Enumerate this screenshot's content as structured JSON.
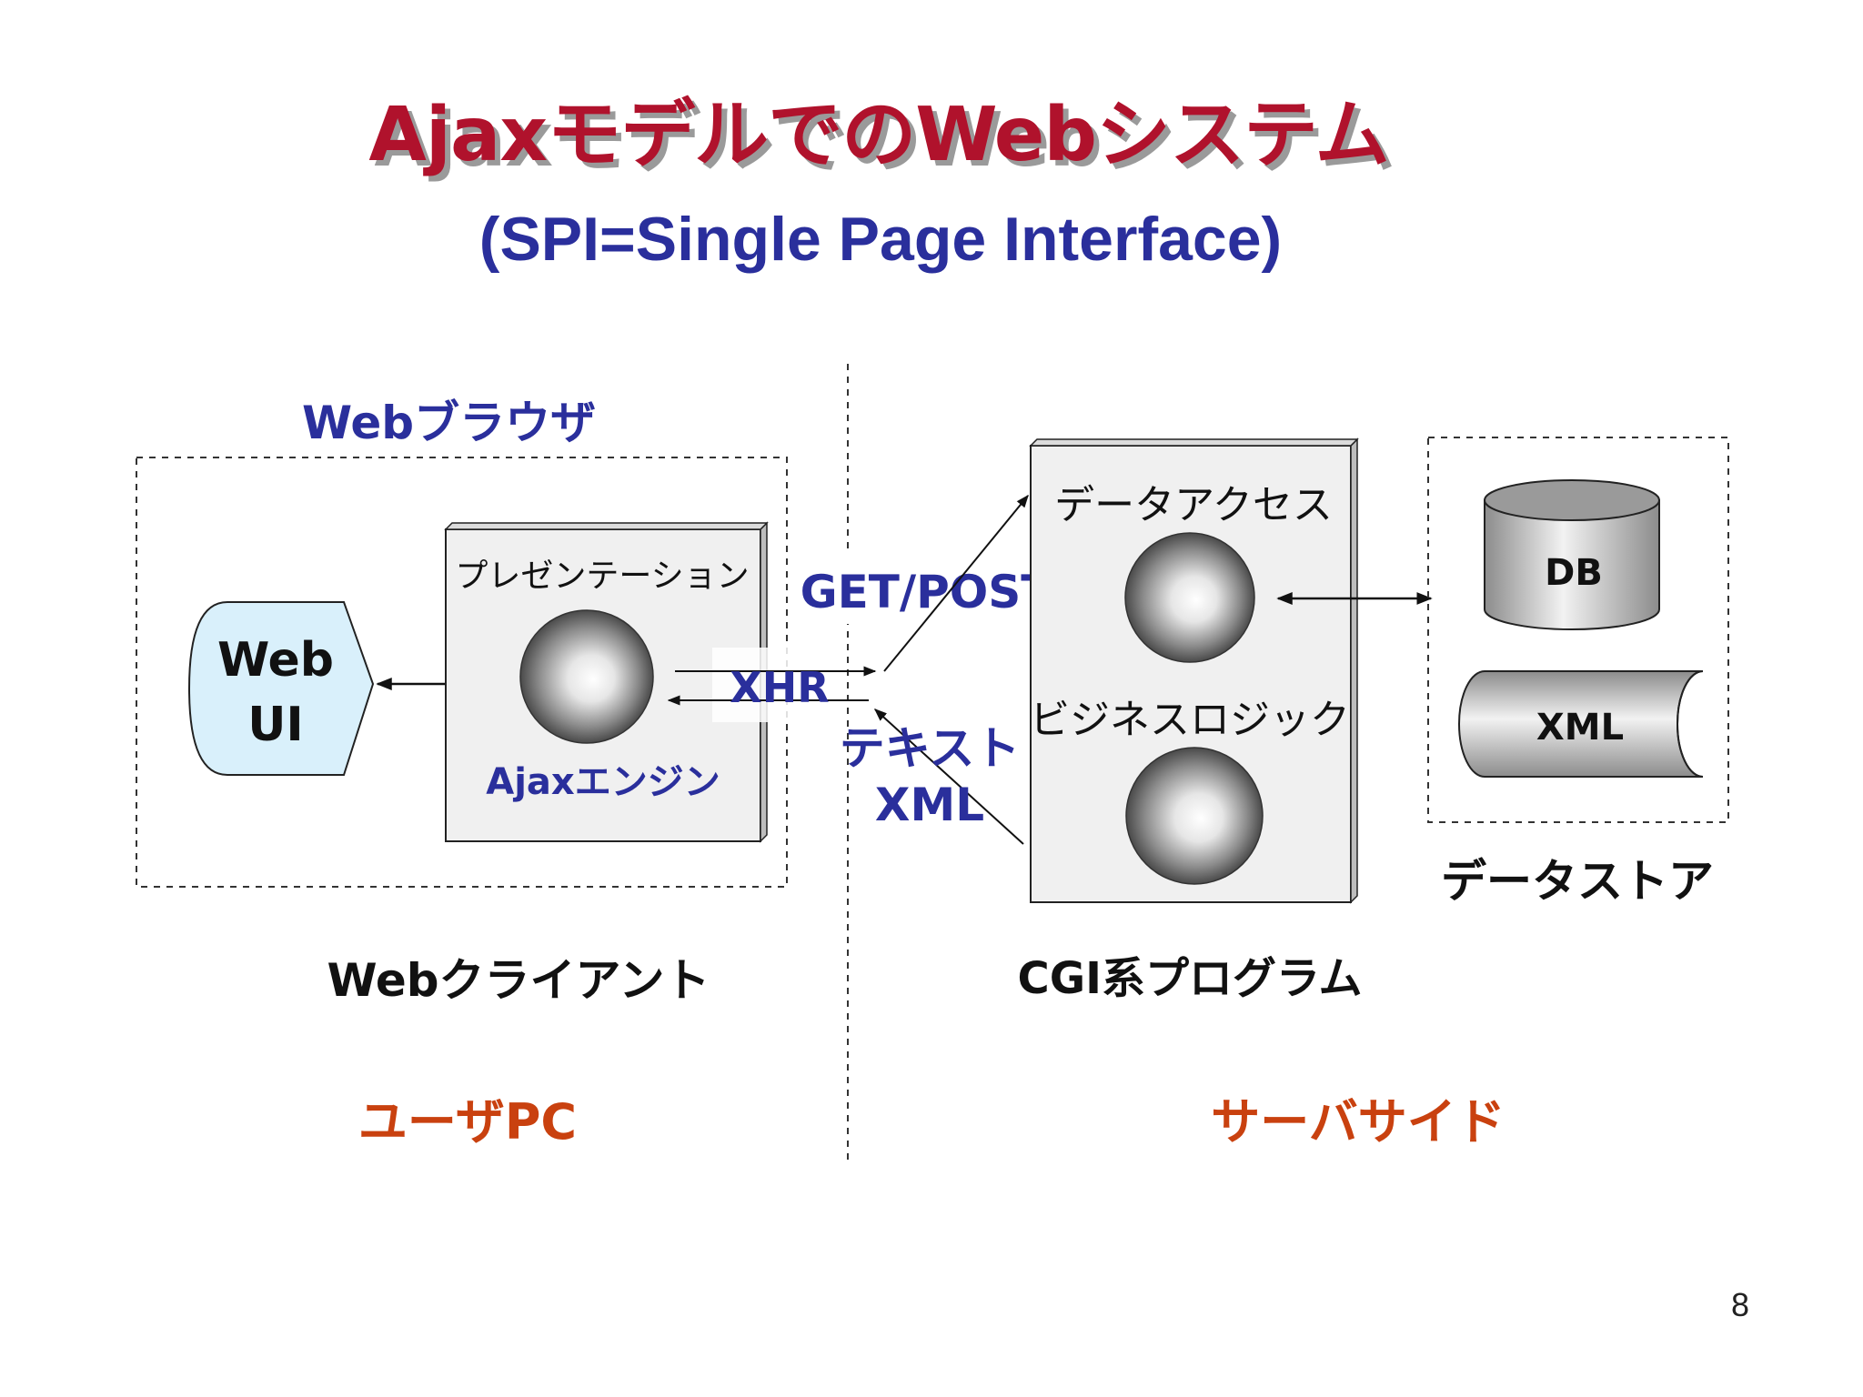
{
  "title": "AjaxモデルでのWebシステム",
  "subtitle": "(SPI=Single Page Interface)",
  "client": {
    "browser_label": "Webブラウザ",
    "web_ui_line1": "Web",
    "web_ui_line2": "UI",
    "presentation_label": "プレゼンテーション",
    "engine_label": "Ajaxエンジン",
    "client_label": "Webクライアント",
    "side_label": "ユーザPC"
  },
  "communication": {
    "xhr_label": "XHR",
    "request_label": "GET/POST",
    "response_line1": "テキスト",
    "response_line2": "XML"
  },
  "server": {
    "data_access_label": "データアクセス",
    "business_logic_label": "ビジネスロジック",
    "program_label": "CGI系プログラム",
    "side_label": "サーバサイド"
  },
  "datastore": {
    "db_label": "DB",
    "xml_label": "XML",
    "store_label": "データストア"
  },
  "page_number": "8",
  "colors": {
    "title": "#b0122c",
    "blue_text": "#2a2f9c",
    "orange_text": "#c9410f",
    "web_ui_fill": "#d9f0fb"
  }
}
